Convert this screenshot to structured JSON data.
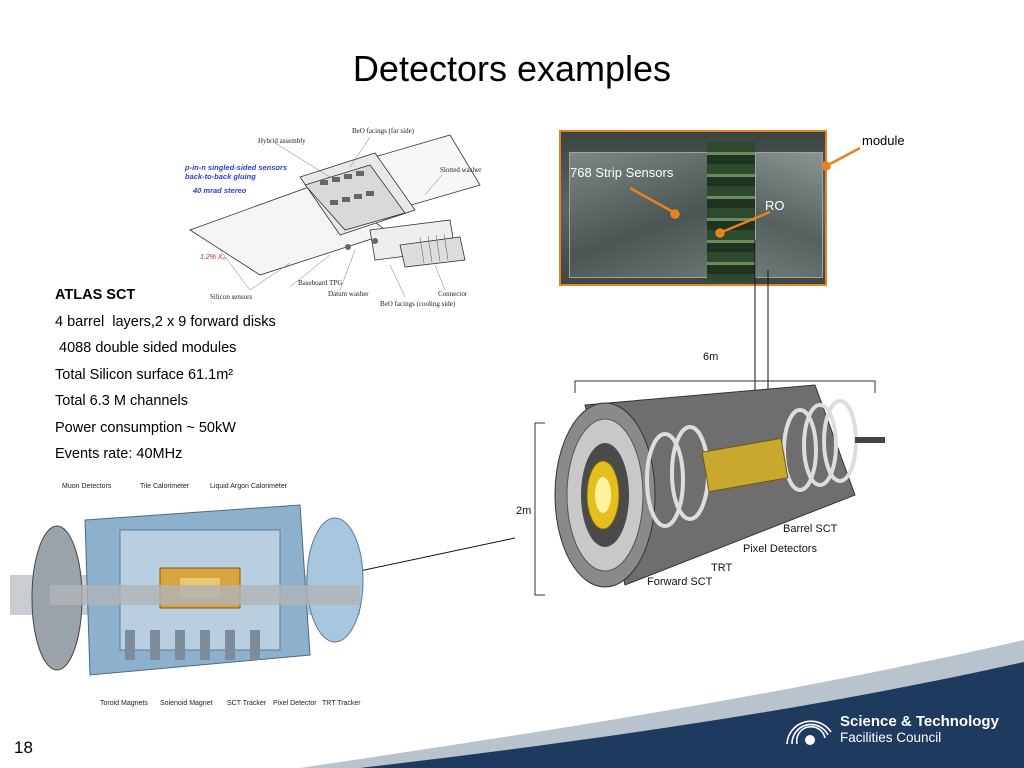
{
  "slide": {
    "title": "Detectors examples",
    "page_number": "18"
  },
  "info": {
    "heading": "ATLAS SCT",
    "lines": [
      "4 barrel  layers,2 x 9 forward disks",
      " 4088 double sided modules",
      "Total Silicon surface 61.1m²",
      "Total 6.3 M channels",
      "Power consumption ~ 50kW",
      "Events rate: 40MHz"
    ]
  },
  "module_drawing": {
    "labels": {
      "hybrid_assembly": "Hybrid assembly",
      "beo_far": "BeO facings (far side)",
      "sensors_note": "p-in-n singled-sided sensors",
      "gluing_note": "back-to-back gluing",
      "stereo_note": "40 mrad stereo",
      "slotted_washer": "Slotted washer",
      "radiation": "1.2% X₀",
      "baseboard": "Baseboard TPG",
      "silicon_sensors": "Silicon sensors",
      "datum_washer": "Datum washer",
      "connector": "Connector",
      "beo_cooling": "BeO facings (cooling side)"
    }
  },
  "module_photo": {
    "sensors_label": "768 Strip Sensors",
    "ro_label": "RO",
    "module_label": "module"
  },
  "atlas": {
    "labels": {
      "muon": "Muon Detectors",
      "tile": "Tile Calorimeter",
      "lar": "Liquid Argon Calorimeter",
      "toroid": "Toroid Magnets",
      "solenoid": "Solenoid Magnet",
      "sct": "SCT Tracker",
      "pixel": "Pixel Detector",
      "trt": "TRT Tracker"
    }
  },
  "inner_detector": {
    "labels": {
      "length": "6m",
      "diameter": "2m",
      "barrel_sct": "Barrel SCT",
      "pixel": "Pixel Detectors",
      "trt": "TRT",
      "forward_sct": "Forward SCT"
    }
  },
  "footer": {
    "org_line1": "Science & Technology",
    "org_line2": "Facilities Council"
  },
  "colors": {
    "accent_orange": "#e8821e",
    "footer_navy": "#1e3a5f",
    "label_blue": "#2d3fd0"
  }
}
